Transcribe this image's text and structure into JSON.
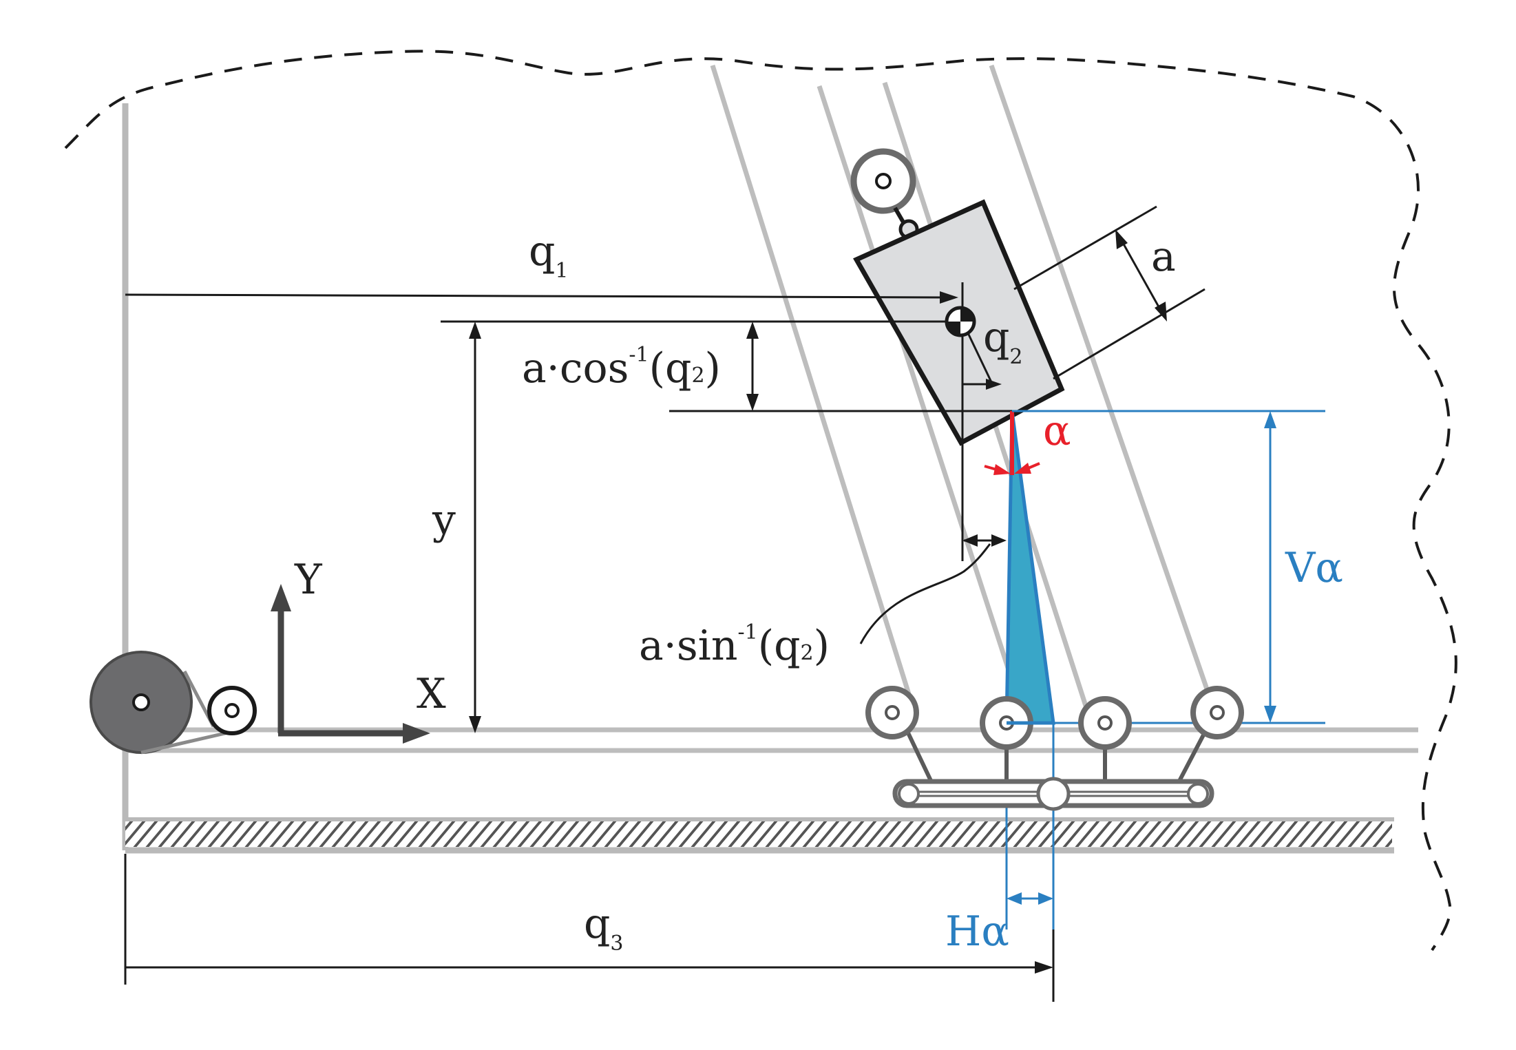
{
  "colors": {
    "line": "#1a1a1a",
    "frame_gray": "#b9b9b9",
    "dark_gray": "#6b6b6d",
    "carriage_fill": "#dcdddf",
    "blue": "#2a7fc1",
    "triangle_fill": "#39a6c8",
    "red": "#e8202a"
  },
  "labels": {
    "q1": "q",
    "q1_sub": "1",
    "q2": "q",
    "q2_sub": "2",
    "q3": "q",
    "q3_sub": "3",
    "a": "a",
    "y": "y",
    "axis_x": "X",
    "axis_y": "Y",
    "alpha": "α",
    "v_alpha": "Vα",
    "h_alpha": "Hα",
    "acos_prefix": "a·cos",
    "acos_sup": "-1",
    "acos_arg": "(q",
    "acos_arg_sub": "2",
    "acos_close": ")",
    "asin_prefix": "a·sin",
    "asin_sup": "-1",
    "asin_arg": "(q",
    "asin_arg_sub": "2",
    "asin_close": ")"
  },
  "icons": {
    "center_of_mass": "center-of-mass-icon",
    "pulley": "pulley-icon",
    "spool": "spool-icon"
  }
}
